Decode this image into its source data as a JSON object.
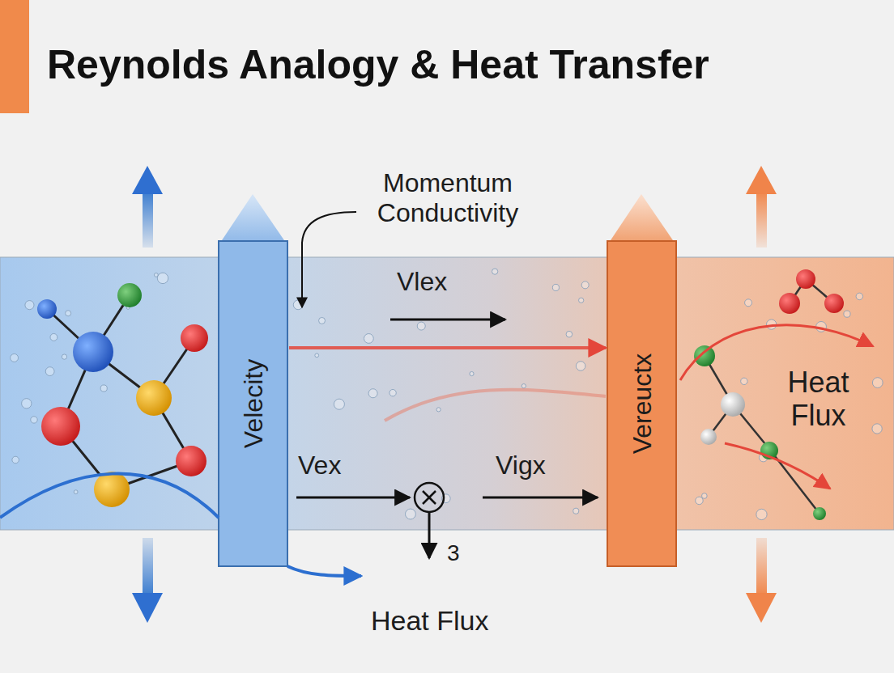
{
  "diagram": {
    "title": "Reynolds Analogy & Heat Transfer",
    "nodes": [
      {
        "text": [
          "Velecity"
        ]
      },
      {
        "text": [
          "Vereuctx"
        ]
      }
    ],
    "edges": [
      {
        "from": 0,
        "to": 1,
        "arrow": "to"
      }
    ],
    "labels": [
      "Momentum Conductivity",
      "Vlex",
      "Vex",
      "Vigx",
      "3",
      "Heat Flux",
      "Heat Flux"
    ]
  }
}
